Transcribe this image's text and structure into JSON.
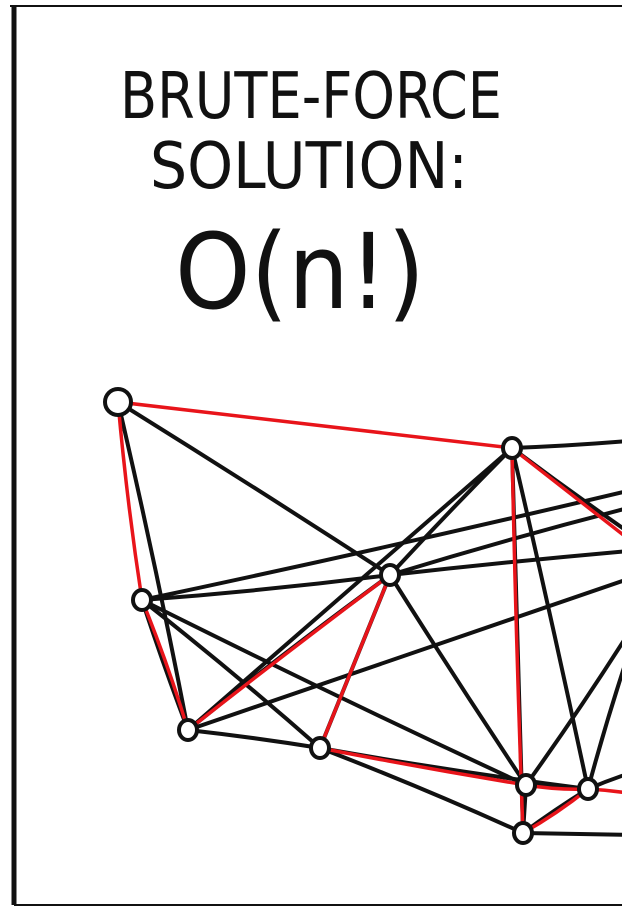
{
  "panel": {
    "title_line1": "BRUTE-FORCE",
    "title_line2": "SOLUTION:",
    "complexity": "O(n!)"
  },
  "colors": {
    "ink": "#111111",
    "route": "#e8141a",
    "background": "#ffffff"
  },
  "graph": {
    "nodes": [
      {
        "id": "n1"
      },
      {
        "id": "n2"
      },
      {
        "id": "n3"
      },
      {
        "id": "n4"
      },
      {
        "id": "n5"
      },
      {
        "id": "n6"
      },
      {
        "id": "n7"
      },
      {
        "id": "n8"
      },
      {
        "id": "n9"
      }
    ],
    "black_edges": [
      [
        "n1",
        "n4"
      ],
      [
        "n1",
        "n5"
      ],
      [
        "n2",
        "n4"
      ],
      [
        "n2",
        "n5"
      ],
      [
        "n3",
        "n5"
      ],
      [
        "n3",
        "n6"
      ],
      [
        "n2",
        "n8"
      ],
      [
        "n2",
        "n9"
      ],
      [
        "n3",
        "n4"
      ],
      [
        "n3",
        "n7"
      ],
      [
        "n4",
        "n5"
      ],
      [
        "n4",
        "n6"
      ],
      [
        "n5",
        "n6"
      ],
      [
        "n5",
        "n7"
      ],
      [
        "n6",
        "n8"
      ],
      [
        "n6",
        "n9"
      ],
      [
        "n7",
        "n8"
      ],
      [
        "n7",
        "n9"
      ],
      [
        "n8",
        "n9"
      ]
    ],
    "red_route": [
      "n1",
      "n2",
      "n9",
      "n8",
      "n7",
      "n6",
      "n5",
      "n4",
      "n3",
      "n1"
    ]
  }
}
